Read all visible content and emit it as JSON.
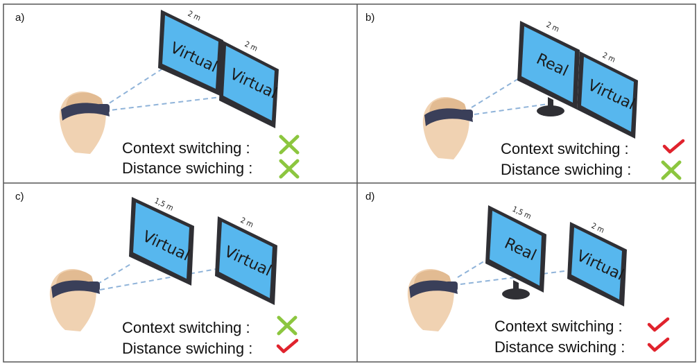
{
  "panels": [
    {
      "label": "a)",
      "left_screen": {
        "text": "Virtual",
        "distance": "2 m"
      },
      "right_screen": {
        "text": "Virtual",
        "distance": "2 m"
      },
      "context_label": "Context switching :",
      "context_mark": "cross",
      "distance_label": "Distance swiching :",
      "distance_mark": "cross"
    },
    {
      "label": "b)",
      "left_screen": {
        "text": "Real",
        "distance": "2 m"
      },
      "right_screen": {
        "text": "Virtual",
        "distance": "2 m"
      },
      "context_label": "Context switching :",
      "context_mark": "check",
      "distance_label": "Distance swiching :",
      "distance_mark": "cross"
    },
    {
      "label": "c)",
      "left_screen": {
        "text": "Virtual",
        "distance": "1,5 m"
      },
      "right_screen": {
        "text": "Virtual",
        "distance": "2 m"
      },
      "context_label": "Context switching :",
      "context_mark": "cross",
      "distance_label": "Distance swiching :",
      "distance_mark": "check"
    },
    {
      "label": "d)",
      "left_screen": {
        "text": "Real",
        "distance": "1,5 m"
      },
      "right_screen": {
        "text": "Virtual",
        "distance": "2 m"
      },
      "context_label": "Context switching :",
      "context_mark": "check",
      "distance_label": "Distance swiching :",
      "distance_mark": "check"
    }
  ],
  "colors": {
    "screen": "#57b7ee",
    "frame": "#2f2f34",
    "cross": "#8cc63f",
    "check": "#e0232d",
    "sightline": "#8fb3d9",
    "headset": "#3a3f59"
  }
}
